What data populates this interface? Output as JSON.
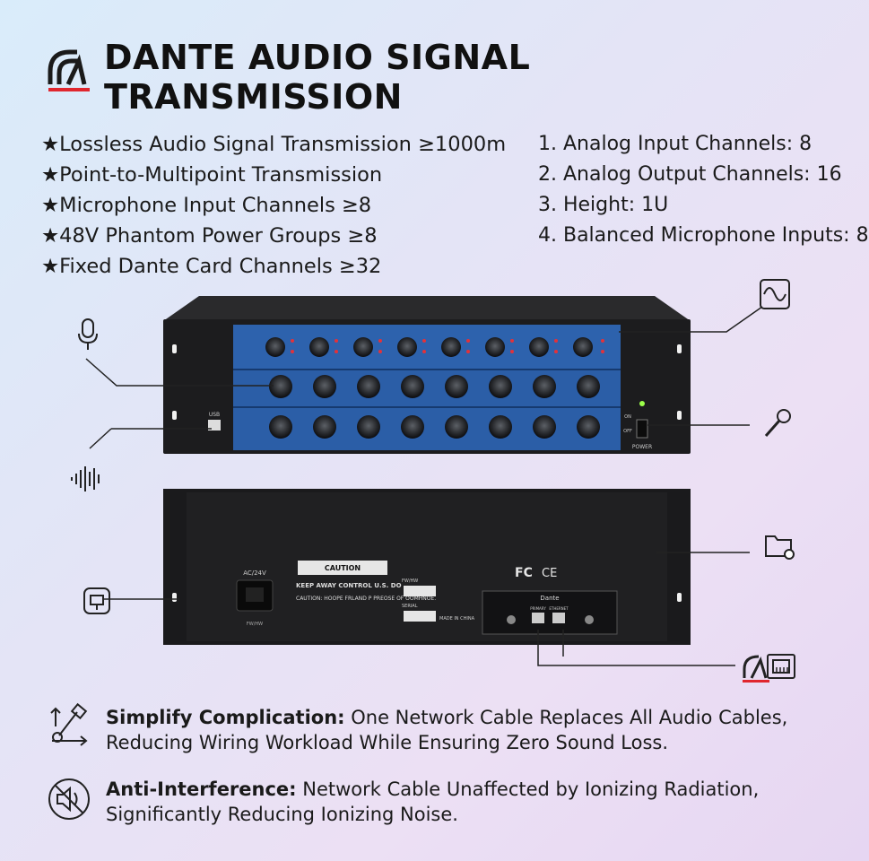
{
  "header": {
    "title_line1": "DANTE AUDIO SIGNAL",
    "title_line2": "TRANSMISSION"
  },
  "features": [
    "★Lossless Audio Signal Transmission ≥1000m",
    "★Point-to-Multipoint Transmission",
    "★Microphone Input Channels ≥8",
    "★48V Phantom Power Groups ≥8",
    "★Fixed Dante Card Channels ≥32"
  ],
  "specs": [
    "1. Analog Input Channels: 8",
    "2. Analog Output Channels: 16",
    "3. Height: 1U",
    "4. Balanced Microphone Inputs: 8"
  ],
  "front_panel": {
    "usb_label": "USB",
    "power_label": "POWER",
    "on_label": "ON",
    "off_label": "OFF"
  },
  "rear_panel": {
    "voltage_label": "AC/24V",
    "caution_label": "CAUTION",
    "dante_label": "Dante",
    "primary_label": "PRIMARY",
    "secondary_label": "ETHERNET",
    "made_in": "MADE IN CHINA",
    "keep_text": "KEEP AWAY CONTROL U.S. DO",
    "caution_text": "CAUTION: HOOPE FRLAND P PREOSE OF OOMHNOE.",
    "serial_label": "SERIAL",
    "sn_label": "FW/HW",
    "fc_mark": "FC",
    "ce_mark": "CE"
  },
  "bottom": {
    "item1_bold": "Simplify Complication:",
    "item1_rest": " One Network Cable Replaces All Audio Cables,",
    "item1_line2": "Reducing Wiring Workload While Ensuring Zero Sound Loss.",
    "item2_bold": "Anti-Interference:",
    "item2_rest": " Network Cable Unaffected by Ionizing Radiation,",
    "item2_line2": "Significantly Reducing Ionizing Noise."
  },
  "colors": {
    "accent_red": "#e0262e",
    "panel_blue": "#2b5ea7",
    "chassis": "#1c1c1e"
  },
  "icons": [
    "brand-logo-icon",
    "sine-wave-icon",
    "microphone-icon",
    "handheld-mic-icon",
    "sound-wave-icon",
    "folder-settings-icon",
    "power-plug-icon",
    "dante-logo-icon",
    "ethernet-port-icon",
    "cable-routing-icon",
    "mute-speaker-icon"
  ]
}
